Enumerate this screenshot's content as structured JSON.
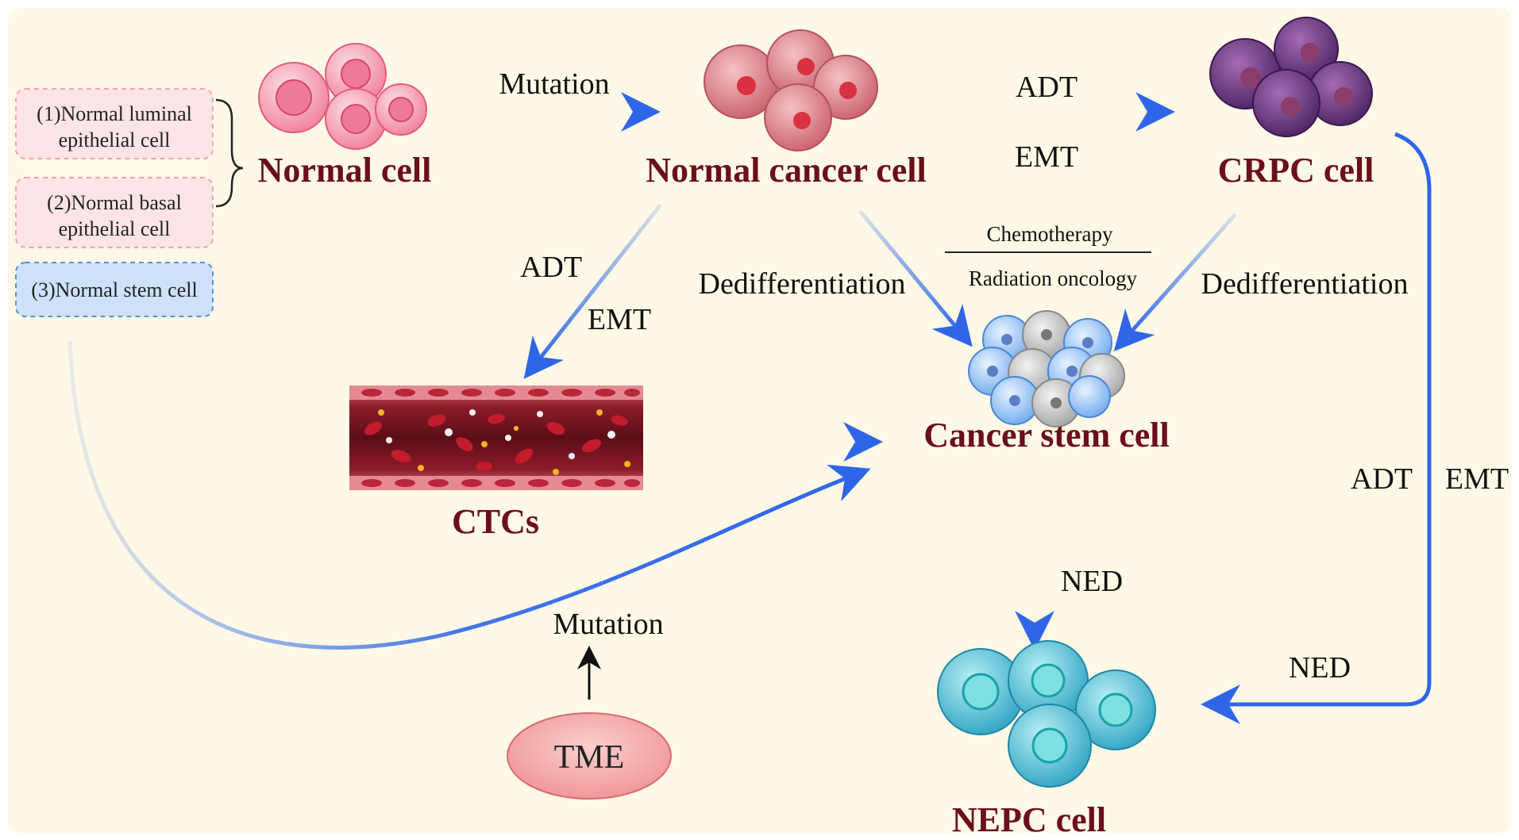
{
  "nodes": {
    "normal_cell": "Normal cell",
    "normal_cancer_cell": "Normal cancer cell",
    "crpc_cell": "CRPC cell",
    "ctcs": "CTCs",
    "cancer_stem_cell": "Cancer stem cell",
    "nepc_cell": "NEPC  cell",
    "tme": "TME"
  },
  "origin_boxes": {
    "box1_line1": "(1)Normal luminal",
    "box1_line2": "epithelial cell",
    "box2_line1": "(2)Normal basal",
    "box2_line2": "epithelial cell",
    "box3": "(3)Normal stem cell"
  },
  "edge_labels": {
    "normal_to_cancer": "Mutation",
    "cancer_to_crpc_top": "ADT",
    "cancer_to_crpc_bottom": "EMT",
    "cancer_to_ctc_adt": "ADT",
    "cancer_to_ctc_emt": "EMT",
    "dediff_left": "Dedifferentiation",
    "dediff_right": "Dedifferentiation",
    "chemo": "Chemotherapy",
    "radiation": "Radiation oncology",
    "csc_to_nepc": "NED",
    "crpc_adt": "ADT",
    "crpc_emt": "EMT",
    "crpc_to_nepc": "NED",
    "tme_mutation": "Mutation"
  },
  "colors": {
    "background": "#fdf9e6",
    "title_red": "#6b0f1a",
    "arrow_blue": "#2f66e8",
    "box_pink": "#fde4e6",
    "box_blue": "#cfe2fb",
    "tme_fill": "#f3a7a8"
  }
}
